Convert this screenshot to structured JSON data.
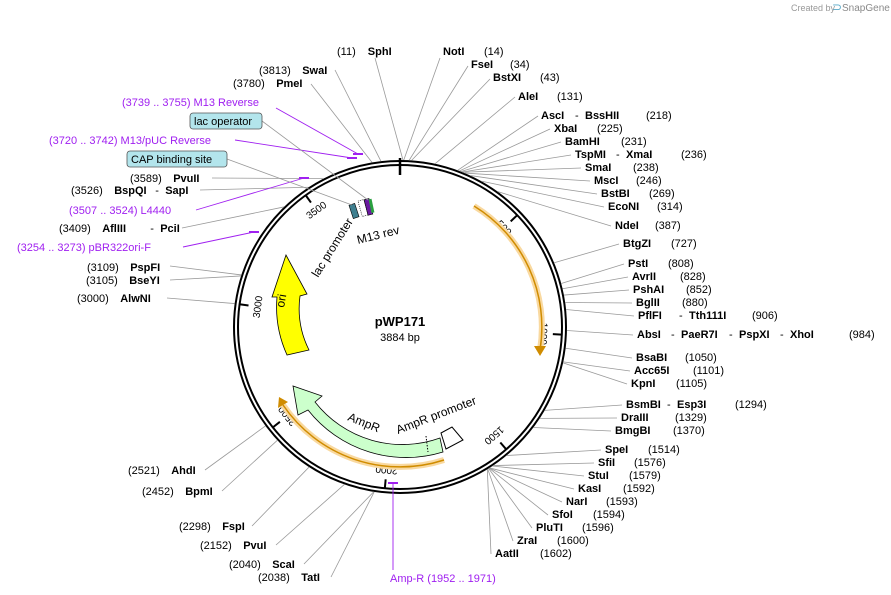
{
  "app": {
    "credit_prefix": "Created by",
    "credit_brand": "SnapGene"
  },
  "plasmid": {
    "name": "pWP171",
    "size_label": "3884 bp",
    "length": 3884
  },
  "ticks": [
    {
      "pos": 500,
      "label": "500"
    },
    {
      "pos": 1000,
      "label": "1000"
    },
    {
      "pos": 1500,
      "label": "1500"
    },
    {
      "pos": 2000,
      "label": "2000"
    },
    {
      "pos": 2500,
      "label": "2500"
    },
    {
      "pos": 3000,
      "label": "3000"
    },
    {
      "pos": 3500,
      "label": "3500"
    }
  ],
  "features": [
    {
      "name": "lac promoter",
      "label": "lac promoter"
    },
    {
      "name": "M13 rev",
      "label": "M13 rev"
    },
    {
      "name": "ori",
      "label": "ori"
    },
    {
      "name": "AmpR",
      "label": "AmpR"
    },
    {
      "name": "AmpR promoter",
      "label": "AmpR promoter"
    }
  ],
  "enzymes_left": [
    {
      "id": "smai-11",
      "pos": "(11)",
      "names": [
        "SphI"
      ]
    },
    {
      "id": "swai",
      "pos": "(3813)",
      "names": [
        "SwaI"
      ]
    },
    {
      "id": "pmei",
      "pos": "(3780)",
      "names": [
        "PmeI"
      ]
    },
    {
      "id": "pvuii",
      "pos": "(3589)",
      "names": [
        "PvuII"
      ]
    },
    {
      "id": "bspqi",
      "pos": "(3526)",
      "names": [
        "BspQI",
        "SapI"
      ]
    },
    {
      "id": "afliii",
      "pos": "(3409)",
      "names": [
        "AflIII",
        "PciI"
      ]
    },
    {
      "id": "pspfi",
      "pos": "(3109)",
      "names": [
        "PspFI"
      ]
    },
    {
      "id": "bseyi",
      "pos": "(3105)",
      "names": [
        "BseYI"
      ]
    },
    {
      "id": "alwni",
      "pos": "(3000)",
      "names": [
        "AlwNI"
      ]
    },
    {
      "id": "ahdi",
      "pos": "(2521)",
      "names": [
        "AhdI"
      ]
    },
    {
      "id": "bpmi",
      "pos": "(2452)",
      "names": [
        "BpmI"
      ]
    },
    {
      "id": "fspi",
      "pos": "(2298)",
      "names": [
        "FspI"
      ]
    },
    {
      "id": "pvui",
      "pos": "(2152)",
      "names": [
        "PvuI"
      ]
    },
    {
      "id": "scai",
      "pos": "(2040)",
      "names": [
        "ScaI"
      ]
    },
    {
      "id": "tati",
      "pos": "(2038)",
      "names": [
        "TatI"
      ]
    }
  ],
  "enzymes_right": [
    {
      "id": "noti",
      "pos": "(14)",
      "names": [
        "NotI"
      ]
    },
    {
      "id": "fsei",
      "pos": "(34)",
      "names": [
        "FseI"
      ]
    },
    {
      "id": "bstxi",
      "pos": "(43)",
      "names": [
        "BstXI"
      ]
    },
    {
      "id": "alei",
      "pos": "(131)",
      "names": [
        "AleI"
      ]
    },
    {
      "id": "asci",
      "pos": "(218)",
      "names": [
        "AscI",
        "BssHII"
      ]
    },
    {
      "id": "xbai",
      "pos": "(225)",
      "names": [
        "XbaI"
      ]
    },
    {
      "id": "bamhi",
      "pos": "(231)",
      "names": [
        "BamHI"
      ]
    },
    {
      "id": "tspmi",
      "pos": "(236)",
      "names": [
        "TspMI",
        "XmaI"
      ]
    },
    {
      "id": "smai",
      "pos": "(238)",
      "names": [
        "SmaI"
      ]
    },
    {
      "id": "msci",
      "pos": "(246)",
      "names": [
        "MscI"
      ]
    },
    {
      "id": "bstbi",
      "pos": "(269)",
      "names": [
        "BstBI"
      ]
    },
    {
      "id": "econi",
      "pos": "(314)",
      "names": [
        "EcoNI"
      ]
    },
    {
      "id": "ndei",
      "pos": "(387)",
      "names": [
        "NdeI"
      ]
    },
    {
      "id": "bstzi",
      "pos": "(727)",
      "names": [
        "BtgZI"
      ]
    },
    {
      "id": "psti",
      "pos": "(808)",
      "names": [
        "PstI"
      ]
    },
    {
      "id": "avrii",
      "pos": "(828)",
      "names": [
        "AvrII"
      ]
    },
    {
      "id": "pshai",
      "pos": "(852)",
      "names": [
        "PshAI"
      ]
    },
    {
      "id": "bglii",
      "pos": "(880)",
      "names": [
        "BglII"
      ]
    },
    {
      "id": "pflfi",
      "pos": "(906)",
      "names": [
        "PflFI",
        "Tth111I"
      ]
    },
    {
      "id": "absi",
      "pos": "(984)",
      "names": [
        "AbsI",
        "PaeR7I",
        "PspXI",
        "XhoI"
      ]
    },
    {
      "id": "bsabi",
      "pos": "(1050)",
      "names": [
        "BsaBI"
      ]
    },
    {
      "id": "acc65i",
      "pos": "(1101)",
      "names": [
        "Acc65I"
      ]
    },
    {
      "id": "kpni",
      "pos": "(1105)",
      "names": [
        "KpnI"
      ]
    },
    {
      "id": "bsmbi",
      "pos": "(1294)",
      "names": [
        "BsmBI",
        "Esp3I"
      ]
    },
    {
      "id": "draiii",
      "pos": "(1329)",
      "names": [
        "DraIII"
      ]
    },
    {
      "id": "bmgbi",
      "pos": "(1370)",
      "names": [
        "BmgBI"
      ]
    },
    {
      "id": "spei",
      "pos": "(1514)",
      "names": [
        "SpeI"
      ]
    },
    {
      "id": "sfii",
      "pos": "(1576)",
      "names": [
        "SfiI"
      ]
    },
    {
      "id": "stui",
      "pos": "(1579)",
      "names": [
        "StuI"
      ]
    },
    {
      "id": "kasi",
      "pos": "(1592)",
      "names": [
        "KasI"
      ]
    },
    {
      "id": "nari",
      "pos": "(1593)",
      "names": [
        "NarI"
      ]
    },
    {
      "id": "sfoi",
      "pos": "(1594)",
      "names": [
        "SfoI"
      ]
    },
    {
      "id": "pluti",
      "pos": "(1596)",
      "names": [
        "PluTI"
      ]
    },
    {
      "id": "zrai",
      "pos": "(1600)",
      "names": [
        "ZraI"
      ]
    },
    {
      "id": "aatii",
      "pos": "(1602)",
      "names": [
        "AatII"
      ]
    }
  ],
  "primers": [
    {
      "id": "m13rev",
      "text": "(3739 .. 3755)  M13 Reverse"
    },
    {
      "id": "m13puc",
      "text": "(3720 .. 3742)  M13/pUC Reverse"
    },
    {
      "id": "l4440",
      "text": "(3507 .. 3524)  L4440"
    },
    {
      "id": "pbr322",
      "text": "(3254 .. 3273)  pBR322ori-F"
    },
    {
      "id": "ampr",
      "text": "Amp-R    (1952 .. 1971)"
    }
  ],
  "feature_tags": [
    {
      "id": "lac-operator",
      "text": "lac operator"
    },
    {
      "id": "cap-site",
      "text": "CAP binding site"
    }
  ],
  "colors": {
    "ori": "#ffff00",
    "ampr": "#ccffcc",
    "orf_arrow": "#f2a900",
    "orf_glow": "#f9d9a0",
    "primer": "#a020f0",
    "lac_promoter_fill": "#ffffff",
    "tag_bg": "#b3e5ec"
  }
}
